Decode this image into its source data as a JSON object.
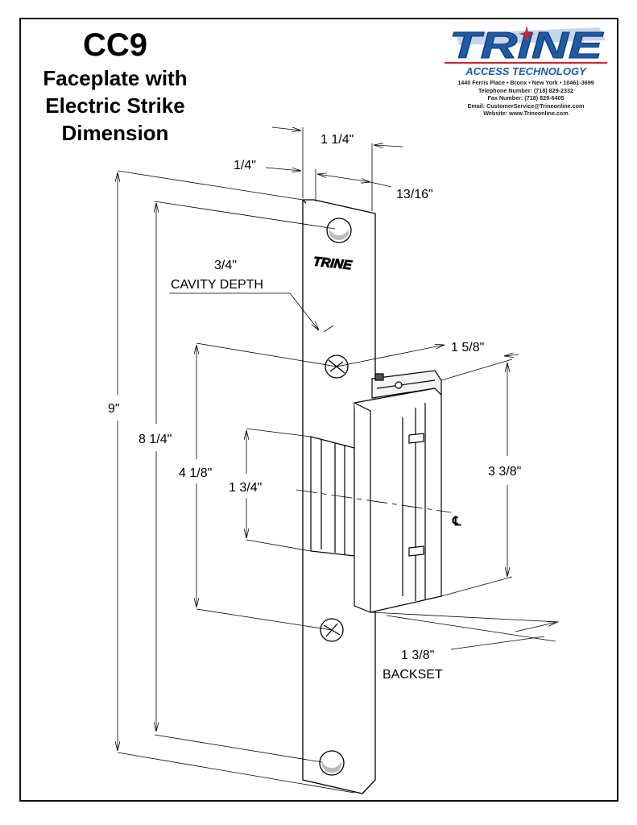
{
  "title": {
    "model": "CC9",
    "lines": [
      "Faceplate with",
      "Electric Strike",
      "Dimension"
    ]
  },
  "company": {
    "logo_text": "TRINE",
    "tagline": "ACCESS TECHNOLOGY",
    "address": "1440 Ferris Place • Bronx • New York • 10461-3699",
    "telephone": "Telephone Number: (718) 829-2332",
    "fax": "Fax Number: (718) 829-6405",
    "email": "Email: CustomerService@Trineonline.com",
    "website": "Website: www.Trineonline.com"
  },
  "faceplate_stamp": "TRINE",
  "dimensions": {
    "lip": "1 1/4\"",
    "lip_offset": "1/4\"",
    "faceplate_width": "13/16\"",
    "cavity_depth_value": "3/4\"",
    "cavity_depth_label": "CAVITY DEPTH",
    "strike_depth": "1 5/8\"",
    "overall_length": "9\"",
    "screw_hole_spacing": "8 1/4\"",
    "mounting_screw_spacing": "4 1/8\"",
    "keeper_opening": "1 3/4\"",
    "strike_body_height": "3 3/8\"",
    "centerline": "℄",
    "backset_value": "1 3/8\"",
    "backset_label": "BACKSET"
  },
  "colors": {
    "logo_blue": "#1f5aa6",
    "logo_red": "#c8262e",
    "line": "#000000"
  }
}
